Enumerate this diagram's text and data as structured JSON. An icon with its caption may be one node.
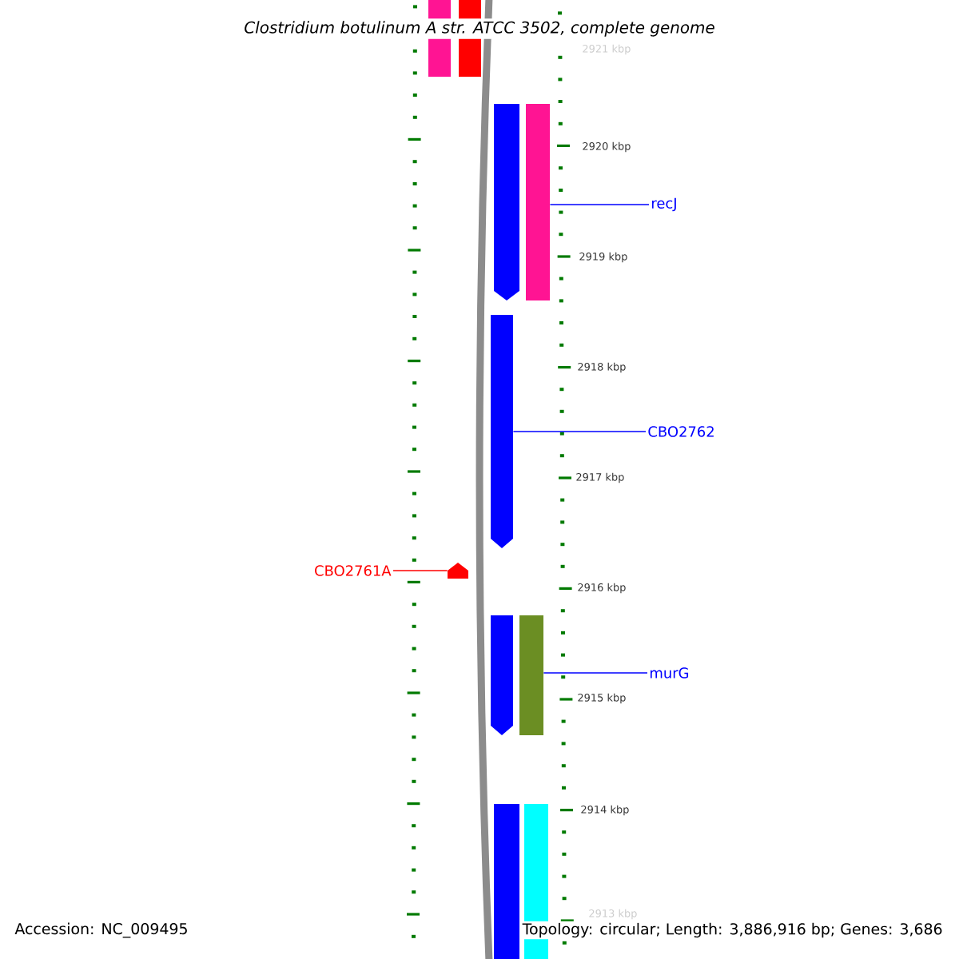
{
  "diagram": {
    "title": "*Clostridium botulinum* *A str. ATCC 3502, complete genome*",
    "nodes": [
      {
        "text": [],
        "shape": "bar"
      },
      {
        "text": [],
        "shape": "bar"
      },
      {
        "text": [],
        "shape": "arrow"
      },
      {
        "text": [],
        "shape": "bar"
      },
      {
        "text": [
          "recJ"
        ]
      },
      {
        "text": [],
        "shape": "arrow"
      },
      {
        "text": [
          "CBO2762"
        ]
      },
      {
        "text": [
          "CBO2761A"
        ]
      },
      {
        "text": [],
        "shape": "arrow"
      },
      {
        "text": [],
        "shape": "arrow"
      },
      {
        "text": [],
        "shape": "bar"
      },
      {
        "text": [
          "murG"
        ]
      },
      {
        "text": [],
        "shape": "bar"
      },
      {
        "text": [],
        "shape": "bar"
      }
    ],
    "edges": [
      {
        "from": 4,
        "to": 3,
        "arrow": "none"
      },
      {
        "from": 6,
        "to": 5,
        "arrow": "none"
      },
      {
        "from": 7,
        "to": 8,
        "arrow": "none",
        "color": "#ff0000"
      },
      {
        "from": 11,
        "to": 10,
        "arrow": "none"
      }
    ],
    "labels": [
      "2921 kbp",
      "2920 kbp",
      "2919 kbp",
      "2918 kbp",
      "2917 kbp",
      "2916 kbp",
      "2915 kbp",
      "2914 kbp",
      "2913 kbp",
      "Accession: NC_009495",
      "Topology: circular; Length: 3,886,916 bp; Genes: 3,686"
    ]
  }
}
